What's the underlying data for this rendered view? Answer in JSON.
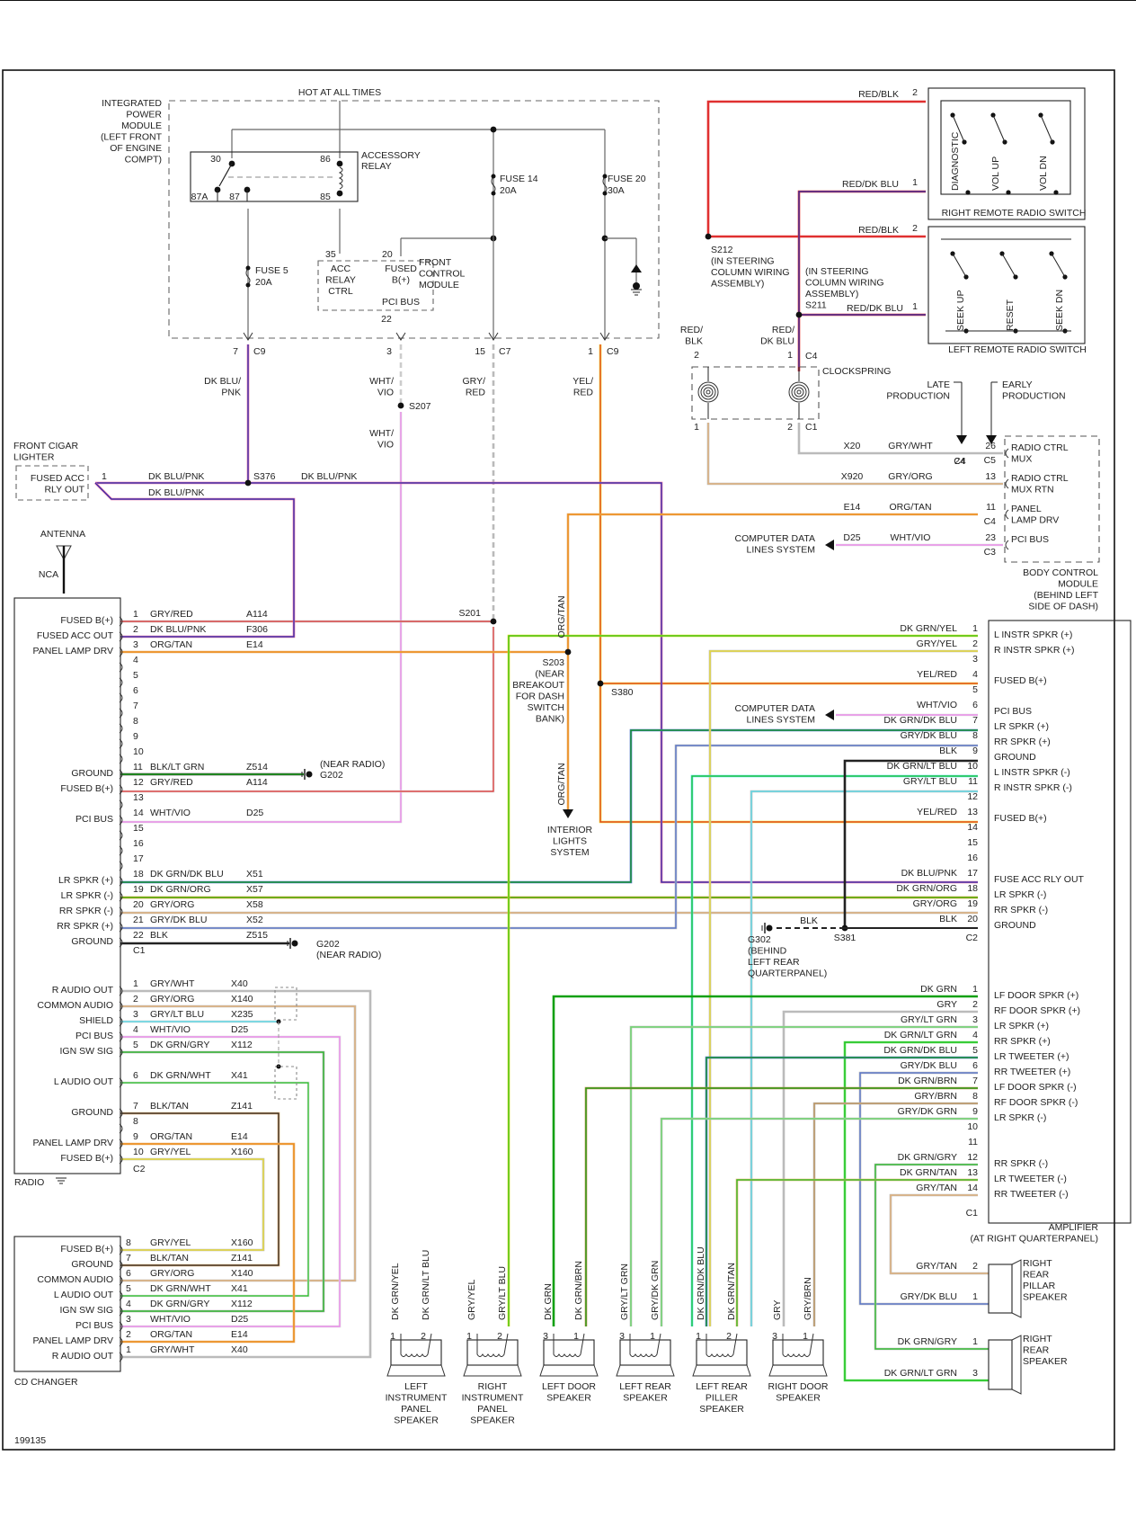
{
  "diagram": {
    "id_code": "199135",
    "title_hint": "Radio / Audio System Wiring"
  },
  "ipm": {
    "label": [
      "INTEGRATED",
      "POWER",
      "MODULE",
      "(LEFT FRONT",
      "OF ENGINE",
      "COMPT)"
    ],
    "hot_label": "HOT AT ALL TIMES",
    "relay_label": [
      "ACCESSORY",
      "RELAY"
    ],
    "relay_pins": {
      "p30": "30",
      "p86": "86",
      "p87a": "87A",
      "p87": "87",
      "p85": "85"
    },
    "fuse5": [
      "FUSE 5",
      "20A"
    ],
    "fuse14": [
      "FUSE 14",
      "20A"
    ],
    "fuse20": [
      "FUSE 20",
      "30A"
    ],
    "fcm_label": [
      "FRONT",
      "CONTROL",
      "MODULE"
    ],
    "fcm_acc": [
      "ACC",
      "RELAY",
      "CTRL"
    ],
    "fcm_fused": [
      "FUSED",
      "B(+)"
    ],
    "fcm_pci": "PCI BUS",
    "pin35": "35",
    "pin20": "20",
    "pin22": "22",
    "conn": [
      {
        "pin": "7",
        "name": "C9"
      },
      {
        "pin": "3",
        "name": ""
      },
      {
        "pin": "15",
        "name": "C7"
      },
      {
        "pin": "1",
        "name": "C9"
      }
    ]
  },
  "wires_top": {
    "dkblu_pnk": [
      "DK BLU/",
      "PNK"
    ],
    "wht_vio1": [
      "WHT/",
      "VIO"
    ],
    "wht_vio2": [
      "WHT/",
      "VIO"
    ],
    "gry_red": [
      "GRY/",
      "RED"
    ],
    "yel_red": [
      "YEL/",
      "RED"
    ],
    "s207": "S207",
    "s376": "S376",
    "s201": "S201",
    "s203": [
      "S203",
      "(NEAR",
      "BREAKOUT",
      "FOR DASH",
      "SWITCH",
      "BANK)"
    ],
    "s380": "S380",
    "org_tan_v1": "ORG/TAN",
    "org_tan_v2": "ORG/TAN",
    "interior_lights": [
      "INTERIOR",
      "LIGHTS",
      "SYSTEM"
    ]
  },
  "cigar": {
    "label": [
      "FRONT CIGAR",
      "LIGHTER"
    ],
    "box": [
      "FUSED ACC",
      "RLY OUT"
    ],
    "pin": "1",
    "wire1": "DK BLU/PNK",
    "wire2": "DK BLU/PNK",
    "wire3": "DK BLU/PNK"
  },
  "antenna": {
    "label": "ANTENNA",
    "nca": "NCA"
  },
  "switches": {
    "right": {
      "title": "RIGHT REMOTE RADIO SWITCH",
      "buttons": [
        "DIAGNOSTIC",
        "VOL UP",
        "VOL DN"
      ],
      "w1": "RED/BLK",
      "p1": "2",
      "w2": "RED/DK BLU",
      "p2": "1"
    },
    "left": {
      "title": "LEFT REMOTE RADIO SWITCH",
      "buttons": [
        "SEEK UP",
        "RESET",
        "SEEK DN"
      ],
      "w1": "RED/BLK",
      "p1": "2",
      "w2": "RED/DK BLU",
      "p2": "1"
    },
    "s212": [
      "S212",
      "(IN STEERING",
      "COLUMN WIRING",
      "ASSEMBLY)"
    ],
    "s211": [
      "(IN STEERING",
      "COLUMN WIRING",
      "ASSEMBLY)",
      "S211"
    ],
    "red_blk": [
      "RED/",
      "BLK"
    ],
    "red_dkblu": [
      "RED/",
      "DK BLU"
    ]
  },
  "clockspring": {
    "label": "CLOCKSPRING",
    "top_pins": [
      "2",
      "1"
    ],
    "top_conn": "C4",
    "bot_pins": [
      "1",
      "2"
    ],
    "bot_conn": "C1"
  },
  "bcm": {
    "label": [
      "BODY CONTROL",
      "MODULE",
      "(BEHIND LEFT",
      "SIDE OF DASH)"
    ],
    "late": [
      "LATE",
      "PRODUCTION"
    ],
    "early": [
      "EARLY",
      "PRODUCTION"
    ],
    "rows": [
      {
        "circuit": "X20",
        "color": "GRY/WHT",
        "pinA": "24",
        "connA": "C4",
        "pin": "26",
        "conn": "C5",
        "func": [
          "RADIO CTRL",
          "MUX"
        ]
      },
      {
        "circuit": "X920",
        "color": "GRY/ORG",
        "pin": "13",
        "conn": "",
        "func": [
          "RADIO CTRL",
          "MUX RTN"
        ]
      },
      {
        "circuit": "E14",
        "color": "ORG/TAN",
        "pin": "11",
        "conn": "C4",
        "func": [
          "PANEL",
          "LAMP DRV"
        ]
      },
      {
        "circuit": "D25",
        "color": "WHT/VIO",
        "pin": "23",
        "conn": "C3",
        "func": [
          "PCI BUS"
        ]
      }
    ],
    "cdl": [
      "COMPUTER DATA",
      "LINES SYSTEM"
    ]
  },
  "radio": {
    "label": "RADIO",
    "c1": [
      {
        "pin": "1",
        "color": "GRY/RED",
        "circuit": "A114",
        "func": "FUSED B(+)"
      },
      {
        "pin": "2",
        "color": "DK BLU/PNK",
        "circuit": "F306",
        "func": "FUSED ACC OUT"
      },
      {
        "pin": "3",
        "color": "ORG/TAN",
        "circuit": "E14",
        "func": "PANEL LAMP DRV"
      },
      {
        "pin": "4",
        "color": "",
        "circuit": "",
        "func": ""
      },
      {
        "pin": "5",
        "color": "",
        "circuit": "",
        "func": ""
      },
      {
        "pin": "6",
        "color": "",
        "circuit": "",
        "func": ""
      },
      {
        "pin": "7",
        "color": "",
        "circuit": "",
        "func": ""
      },
      {
        "pin": "8",
        "color": "",
        "circuit": "",
        "func": ""
      },
      {
        "pin": "9",
        "color": "",
        "circuit": "",
        "func": ""
      },
      {
        "pin": "10",
        "color": "",
        "circuit": "",
        "func": ""
      },
      {
        "pin": "11",
        "color": "BLK/LT GRN",
        "circuit": "Z514",
        "func": "GROUND"
      },
      {
        "pin": "12",
        "color": "GRY/RED",
        "circuit": "A114",
        "func": "FUSED B(+)"
      },
      {
        "pin": "13",
        "color": "",
        "circuit": "",
        "func": ""
      },
      {
        "pin": "14",
        "color": "WHT/VIO",
        "circuit": "D25",
        "func": "PCI BUS"
      },
      {
        "pin": "15",
        "color": "",
        "circuit": "",
        "func": ""
      },
      {
        "pin": "16",
        "color": "",
        "circuit": "",
        "func": ""
      },
      {
        "pin": "17",
        "color": "",
        "circuit": "",
        "func": ""
      },
      {
        "pin": "18",
        "color": "DK GRN/DK BLU",
        "circuit": "X51",
        "func": "LR SPKR (+)"
      },
      {
        "pin": "19",
        "color": "DK GRN/ORG",
        "circuit": "X57",
        "func": "LR SPKR (-)"
      },
      {
        "pin": "20",
        "color": "GRY/ORG",
        "circuit": "X58",
        "func": "RR SPKR (-)"
      },
      {
        "pin": "21",
        "color": "GRY/DK BLU",
        "circuit": "X52",
        "func": "RR SPKR (+)"
      },
      {
        "pin": "22",
        "color": "BLK",
        "circuit": "Z515",
        "func": "GROUND"
      }
    ],
    "c1_name": "C1",
    "g202a": [
      "(NEAR RADIO)",
      "G202"
    ],
    "g202b": [
      "G202",
      "(NEAR RADIO)"
    ],
    "c2": [
      {
        "pin": "1",
        "color": "GRY/WHT",
        "circuit": "X40",
        "func": "R AUDIO OUT"
      },
      {
        "pin": "2",
        "color": "GRY/ORG",
        "circuit": "X140",
        "func": "COMMON AUDIO"
      },
      {
        "pin": "3",
        "color": "GRY/LT BLU",
        "circuit": "X235",
        "func": "SHIELD"
      },
      {
        "pin": "4",
        "color": "WHT/VIO",
        "circuit": "D25",
        "func": "PCI BUS"
      },
      {
        "pin": "5",
        "color": "DK GRN/GRY",
        "circuit": "X112",
        "func": "IGN SW SIG"
      },
      {
        "pin": "6",
        "color": "DK GRN/WHT",
        "circuit": "X41",
        "func": "L AUDIO OUT"
      },
      {
        "pin": "7",
        "color": "BLK/TAN",
        "circuit": "Z141",
        "func": "GROUND"
      },
      {
        "pin": "8",
        "color": "",
        "circuit": "",
        "func": ""
      },
      {
        "pin": "9",
        "color": "ORG/TAN",
        "circuit": "E14",
        "func": "PANEL LAMP DRV"
      },
      {
        "pin": "10",
        "color": "GRY/YEL",
        "circuit": "X160",
        "func": "FUSED B(+)"
      }
    ],
    "c2_name": "C2"
  },
  "cd_changer": {
    "label": "CD CHANGER",
    "rows": [
      {
        "pin": "8",
        "color": "GRY/YEL",
        "circuit": "X160",
        "func": "FUSED B(+)"
      },
      {
        "pin": "7",
        "color": "BLK/TAN",
        "circuit": "Z141",
        "func": "GROUND"
      },
      {
        "pin": "6",
        "color": "GRY/ORG",
        "circuit": "X140",
        "func": "COMMON AUDIO"
      },
      {
        "pin": "5",
        "color": "DK GRN/WHT",
        "circuit": "X41",
        "func": "L AUDIO OUT"
      },
      {
        "pin": "4",
        "color": "DK GRN/GRY",
        "circuit": "X112",
        "func": "IGN SW SIG"
      },
      {
        "pin": "3",
        "color": "WHT/VIO",
        "circuit": "D25",
        "func": "PCI BUS"
      },
      {
        "pin": "2",
        "color": "ORG/TAN",
        "circuit": "E14",
        "func": "PANEL LAMP DRV"
      },
      {
        "pin": "1",
        "color": "GRY/WHT",
        "circuit": "X40",
        "func": "R AUDIO OUT"
      }
    ]
  },
  "amplifier": {
    "label": [
      "AMPLIFIER",
      "(AT RIGHT QUARTERPANEL)"
    ],
    "c2": [
      {
        "pin": "1",
        "color": "DK GRN/YEL",
        "func": "L INSTR SPKR (+)"
      },
      {
        "pin": "2",
        "color": "GRY/YEL",
        "func": "R INSTR SPKR (+)"
      },
      {
        "pin": "3",
        "color": "",
        "func": ""
      },
      {
        "pin": "4",
        "color": "YEL/RED",
        "func": "FUSED B(+)"
      },
      {
        "pin": "5",
        "color": "",
        "func": ""
      },
      {
        "pin": "6",
        "color": "WHT/VIO",
        "func": "PCI BUS"
      },
      {
        "pin": "7",
        "color": "DK GRN/DK BLU",
        "func": "LR SPKR (+)"
      },
      {
        "pin": "8",
        "color": "GRY/DK BLU",
        "func": "RR SPKR (+)"
      },
      {
        "pin": "9",
        "color": "BLK",
        "func": "GROUND"
      },
      {
        "pin": "10",
        "color": "DK GRN/LT BLU",
        "func": "L INSTR SPKR (-)"
      },
      {
        "pin": "11",
        "color": "GRY/LT BLU",
        "func": "R INSTR SPKR (-)"
      },
      {
        "pin": "12",
        "color": "",
        "func": ""
      },
      {
        "pin": "13",
        "color": "YEL/RED",
        "func": "FUSED B(+)"
      },
      {
        "pin": "14",
        "color": "",
        "func": ""
      },
      {
        "pin": "15",
        "color": "",
        "func": ""
      },
      {
        "pin": "16",
        "color": "",
        "func": ""
      },
      {
        "pin": "17",
        "color": "DK BLU/PNK",
        "func": "FUSE ACC RLY OUT"
      },
      {
        "pin": "18",
        "color": "DK GRN/ORG",
        "func": "LR SPKR (-)"
      },
      {
        "pin": "19",
        "color": "GRY/ORG",
        "func": "RR SPKR (-)"
      },
      {
        "pin": "20",
        "color": "BLK",
        "func": "GROUND"
      }
    ],
    "c2_name": "C2",
    "c1": [
      {
        "pin": "1",
        "color": "DK GRN",
        "func": "LF DOOR SPKR (+)"
      },
      {
        "pin": "2",
        "color": "GRY",
        "func": "RF DOOR SPKR (+)"
      },
      {
        "pin": "3",
        "color": "GRY/LT GRN",
        "func": "LR SPKR (+)"
      },
      {
        "pin": "4",
        "color": "DK GRN/LT GRN",
        "func": "RR SPKR (+)"
      },
      {
        "pin": "5",
        "color": "DK GRN/DK BLU",
        "func": "LR TWEETER (+)"
      },
      {
        "pin": "6",
        "color": "GRY/DK BLU",
        "func": "RR TWEETER (+)"
      },
      {
        "pin": "7",
        "color": "DK GRN/BRN",
        "func": "LF DOOR SPKR (-)"
      },
      {
        "pin": "8",
        "color": "GRY/BRN",
        "func": "RF DOOR SPKR (-)"
      },
      {
        "pin": "9",
        "color": "GRY/DK GRN",
        "func": "LR SPKR (-)"
      },
      {
        "pin": "10",
        "color": "",
        "func": ""
      },
      {
        "pin": "11",
        "color": "",
        "func": ""
      },
      {
        "pin": "12",
        "color": "DK GRN/GRY",
        "func": "RR SPKR (-)"
      },
      {
        "pin": "13",
        "color": "DK GRN/TAN",
        "func": "LR TWEETER (-)"
      },
      {
        "pin": "14",
        "color": "GRY/TAN",
        "func": "RR TWEETER (-)"
      }
    ],
    "c1_name": "C1",
    "cdl": [
      "COMPUTER DATA",
      "LINES SYSTEM"
    ],
    "g302": [
      "G302",
      "(BEHIND",
      "LEFT REAR",
      "QUARTERPANEL)"
    ],
    "s381": "S381",
    "blk": "BLK"
  },
  "speakers": [
    {
      "label": [
        "LEFT",
        "INSTRUMENT",
        "PANEL",
        "SPEAKER"
      ],
      "pins": [
        "1",
        "2"
      ],
      "colors": [
        "DK GRN/YEL",
        "DK GRN/LT BLU"
      ]
    },
    {
      "label": [
        "RIGHT",
        "INSTRUMENT",
        "PANEL",
        "SPEAKER"
      ],
      "pins": [
        "1",
        "2"
      ],
      "colors": [
        "GRY/YEL",
        "GRY/LT BLU"
      ]
    },
    {
      "label": [
        "LEFT DOOR",
        "SPEAKER"
      ],
      "pins": [
        "3",
        "1"
      ],
      "colors": [
        "DK GRN",
        "DK GRN/BRN"
      ]
    },
    {
      "label": [
        "LEFT REAR",
        "SPEAKER"
      ],
      "pins": [
        "3",
        "1"
      ],
      "colors": [
        "GRY/LT GRN",
        "GRY/DK GRN"
      ]
    },
    {
      "label": [
        "LEFT REAR",
        "PILLER",
        "SPEAKER"
      ],
      "pins": [
        "1",
        "2"
      ],
      "colors": [
        "DK GRN/DK BLU",
        "DK GRN/TAN"
      ]
    },
    {
      "label": [
        "RIGHT DOOR",
        "SPEAKER"
      ],
      "pins": [
        "3",
        "1"
      ],
      "colors": [
        "GRY",
        "GRY/BRN"
      ]
    }
  ],
  "right_speakers": [
    {
      "label": [
        "RIGHT",
        "REAR",
        "PILLAR",
        "SPEAKER"
      ],
      "rows": [
        {
          "color": "GRY/TAN",
          "pin": "2"
        },
        {
          "color": "GRY/DK BLU",
          "pin": "1"
        }
      ]
    },
    {
      "label": [
        "RIGHT",
        "REAR",
        "SPEAKER"
      ],
      "rows": [
        {
          "color": "DK GRN/GRY",
          "pin": "1"
        },
        {
          "color": "DK GRN/LT GRN",
          "pin": "3"
        }
      ]
    }
  ],
  "colors": {
    "outline": "#222222",
    "gray_wire": "#9a9a9a",
    "red": "#e03030",
    "dkblue": "#2030b0",
    "pink": "#f06aa0",
    "orange": "#f08a10",
    "tan": "#e8b070",
    "yellow": "#f0e020",
    "green": "#20c020",
    "dkgreen": "#10a010",
    "ltgreen": "#60e060",
    "ltblue": "#50e0f0",
    "blue": "#5070d0",
    "violet": "#f080f0",
    "black": "#222222",
    "brown": "#c09050"
  }
}
